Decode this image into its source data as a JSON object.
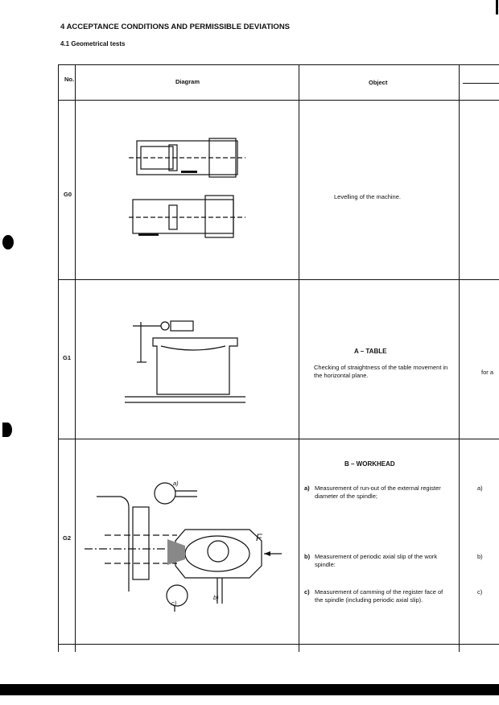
{
  "heading": "4  ACCEPTANCE CONDITIONS AND PERMISSIBLE DEVIATIONS",
  "subheading": "4.1  Geometrical tests",
  "table": {
    "headers": {
      "no": "No.",
      "diagram": "Diagram",
      "object": "Object"
    },
    "rows": [
      {
        "no": "G0",
        "object": "Levelling of the machine."
      },
      {
        "no": "G1",
        "section": "A – TABLE",
        "object": "Checking of straightness of the table movement in the horizontal plane.",
        "right": "for a"
      },
      {
        "no": "G2",
        "section": "B – WORKHEAD",
        "items": [
          {
            "label": "a)",
            "text": "Measurement of run-out of the external register diameter of the spindle;"
          },
          {
            "label": "b)",
            "text": "Measurement of periodic axial slip of the work spindle:"
          },
          {
            "label": "c)",
            "text": "Measurement of camming of the register face of the spindle (including periodic axial slip)."
          }
        ],
        "diagram_labels": {
          "a": "a)",
          "b": "b)",
          "c": "c)",
          "force": "F"
        }
      }
    ]
  }
}
